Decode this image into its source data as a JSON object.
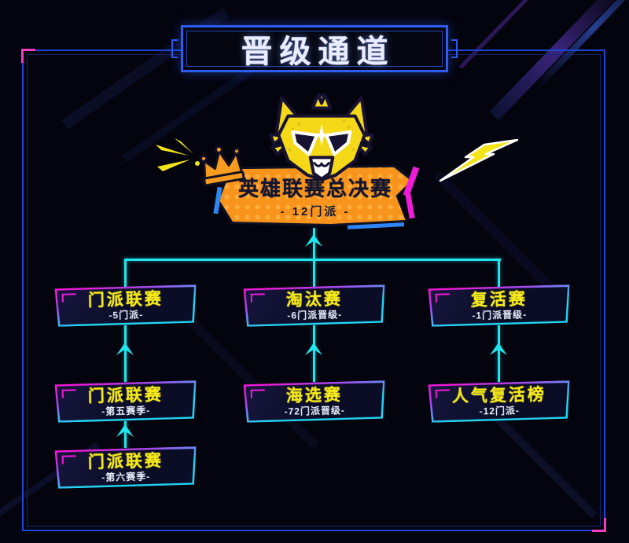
{
  "header": {
    "title": "晋级通道"
  },
  "finals": {
    "title": "英雄联赛总决赛",
    "subtitle": "- 12门派 -"
  },
  "bracket": {
    "league": [
      {
        "title": "门派联赛",
        "subtitle": "-5门派-"
      },
      {
        "title": "门派联赛",
        "subtitle": "-第五赛季-"
      },
      {
        "title": "门派联赛",
        "subtitle": "-第六赛季-"
      }
    ],
    "qualifier": [
      {
        "title": "淘汰赛",
        "subtitle": "-6门派晋级-"
      },
      {
        "title": "海选赛",
        "subtitle": "-72门派晋级-"
      }
    ],
    "revival": [
      {
        "title": "复活赛",
        "subtitle": "-1门派晋级-"
      },
      {
        "title": "人气复活榜",
        "subtitle": "-12门派-"
      }
    ]
  },
  "icons": {
    "mascot": "wolf-mascot-icon",
    "crown": "crown-icon",
    "sparks": "spark-lines-icon",
    "lightning": "lightning-bolt-icon"
  },
  "colors": {
    "background": "#04040e",
    "frame_blue": "#1e46d6",
    "corner_pink": "#f43cc0",
    "connector_cyan": "#1fe6ee",
    "box_border_magenta": "#f01ad8",
    "box_border_cyan": "#22d5f2",
    "box_title_yellow": "#f6ea1b",
    "banner_orange": "#f8941c",
    "banner_text_navy": "#141630",
    "accent_blue": "#2f86f2",
    "title_text": "#e9edff"
  }
}
